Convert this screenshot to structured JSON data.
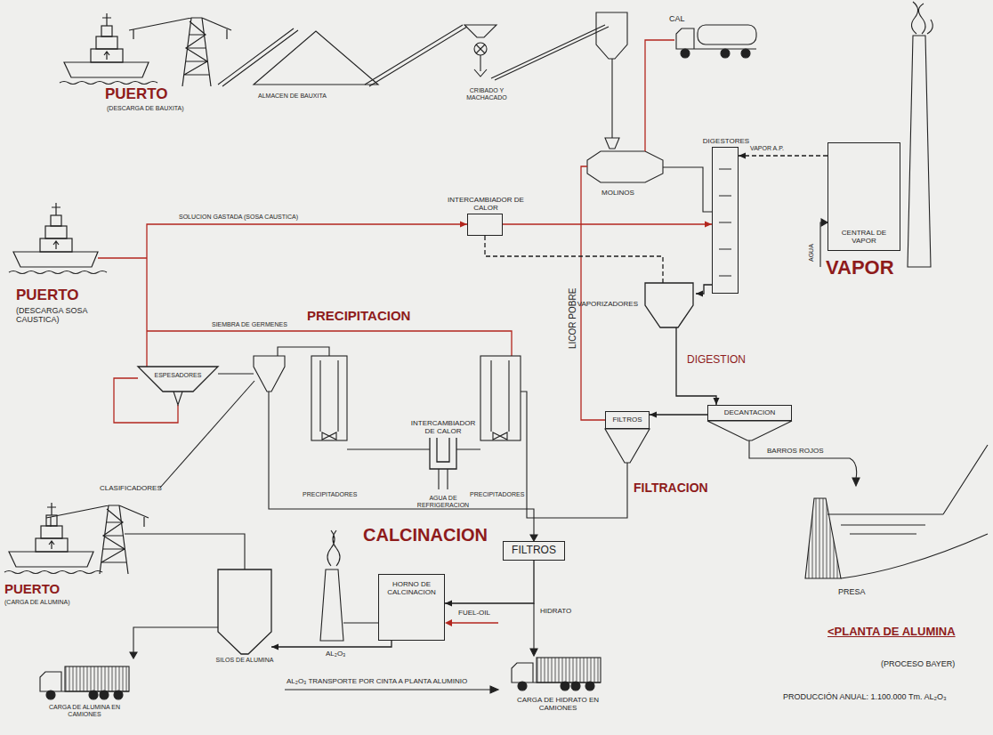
{
  "diagram": {
    "title": "<PLANTA DE ALUMINA",
    "caption": "(PROCESO BAYER)",
    "nodes": [
      {
        "text": [
          "DIGESTORES"
        ]
      },
      {
        "text": [
          "CENTRAL DE VAPOR"
        ]
      },
      {
        "text": [
          "INTERCAMBIADOR DE CALOR"
        ]
      },
      {
        "text": [
          "VAPORIZADORES"
        ]
      },
      {
        "text": [
          "ESPESADORES"
        ]
      },
      {
        "text": [
          "DECANTACION"
        ]
      },
      {
        "text": [
          "FILTROS"
        ]
      },
      {
        "text": [
          "INTERCAMBIADOR DE CALOR"
        ]
      },
      {
        "text": [
          "FILTROS"
        ]
      },
      {
        "text": [
          "SILOS DE ALUMINA"
        ]
      },
      {
        "text": [
          "HORNO DE CALCINACION"
        ]
      }
    ],
    "edges": [
      {
        "from": 1,
        "to": 0,
        "arrow": "to",
        "label": "VAPOR A.P."
      },
      {
        "from": 0,
        "to": 3,
        "arrow": "to"
      },
      {
        "from": 3,
        "to": 5,
        "arrow": "to"
      },
      {
        "from": 5,
        "to": 6,
        "arrow": "to"
      },
      {
        "from": 3,
        "to": 2,
        "arrow": "none"
      },
      {
        "from": 2,
        "to": 0,
        "arrow": "to"
      },
      {
        "from": 4,
        "to": 2,
        "arrow": "to",
        "label": "SOLUCION GASTADA (SOSA CAUSTICA)"
      },
      {
        "from": 8,
        "to": 10,
        "arrow": "to",
        "label": "HIDRATO"
      },
      {
        "from": 10,
        "to": 9,
        "arrow": "to",
        "label": "AL₂O₃"
      }
    ],
    "labels": [
      "PUERTO",
      "(DESCARGA DE BAUXITA)",
      "ALMACEN DE BAUXITA",
      "CRIBADO Y MACHACADO",
      "CAL",
      "MOLINOS",
      "VAPOR",
      "AGUA",
      "PUERTO",
      "(DESCARGA SOSA CAUSTICA)",
      "PRECIPITACION",
      "SIEMBRA DE GERMENES",
      "LICOR POBRE",
      "DIGESTION",
      "BARROS ROJOS",
      "CLASIFICADORES",
      "PRECIPITADORES",
      "AGUA DE REFRIGERACION",
      "PRECIPITADORES",
      "FILTRACION",
      "CALCINACION",
      "PRESA",
      "PUERTO",
      "(CARGA DE ALUMINA)",
      "FUEL-OIL",
      "CARGA DE ALUMINA EN CAMIONES",
      "AL₂O₃ TRANSPORTE POR CINTA A PLANTA ALUMINIO",
      "CARGA DE HIDRATO EN CAMIONES",
      "PRODUCCIÓN ANUAL: 1.100.000 Tm. AL₂O₃"
    ]
  }
}
